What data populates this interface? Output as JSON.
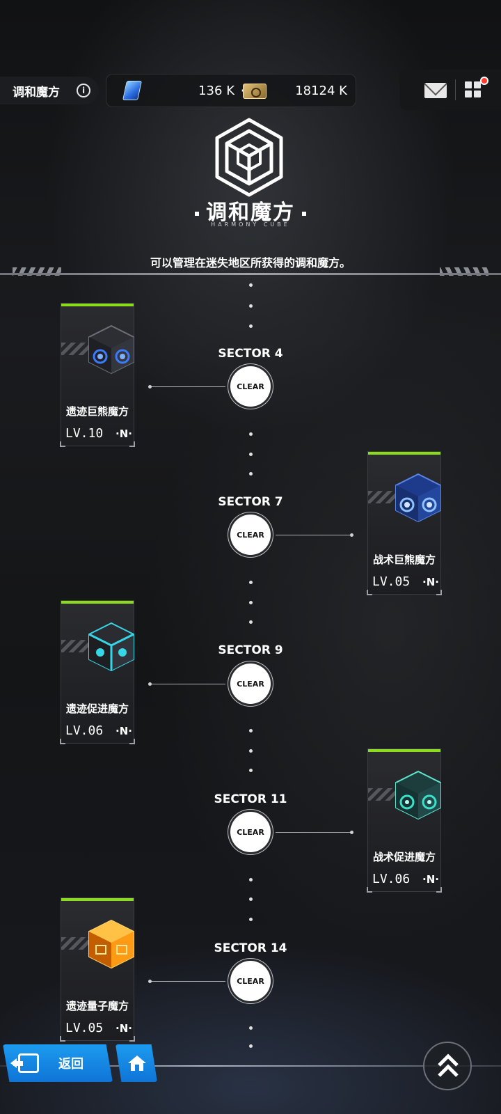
{
  "topbar": {
    "title": "调和魔方",
    "gem_value": "136 K",
    "plus_label": "+",
    "ticket_value": "18124 K"
  },
  "header": {
    "title": "调和魔方",
    "subtitle": "HARMONY CUBE",
    "description": "可以管理在迷失地区所获得的调和魔方。"
  },
  "sectors": [
    {
      "label": "SECTOR 4",
      "node": "CLEAR"
    },
    {
      "label": "SECTOR 7",
      "node": "CLEAR"
    },
    {
      "label": "SECTOR 9",
      "node": "CLEAR"
    },
    {
      "label": "SECTOR 11",
      "node": "CLEAR"
    },
    {
      "label": "SECTOR 14",
      "node": "CLEAR"
    }
  ],
  "cubes": [
    {
      "name": "遗迹巨熊魔方",
      "level": "LV.10",
      "rarity": "·N·",
      "color": "#3b7bff"
    },
    {
      "name": "战术巨熊魔方",
      "level": "LV.05",
      "rarity": "·N·",
      "color": "#2f6bff"
    },
    {
      "name": "遗迹促进魔方",
      "level": "LV.06",
      "rarity": "·N·",
      "color": "#37d6e6"
    },
    {
      "name": "战术促进魔方",
      "level": "LV.06",
      "rarity": "·N·",
      "color": "#3ce0c8"
    },
    {
      "name": "遗迹量子魔方",
      "level": "LV.05",
      "rarity": "·N·",
      "color": "#ffa20f"
    }
  ],
  "bottom": {
    "back_label": "返回"
  },
  "colors": {
    "accent_green": "#8bdc1d",
    "button_blue": "#1a8fe8",
    "notification_red": "#ff3b2e"
  },
  "icons": [
    "info-icon",
    "gem-icon",
    "plus-icon",
    "ticket-icon",
    "mail-icon",
    "grid-menu-icon",
    "hexagon-cube-logo-icon",
    "back-arrow-icon",
    "home-icon",
    "double-chevron-up-icon"
  ]
}
